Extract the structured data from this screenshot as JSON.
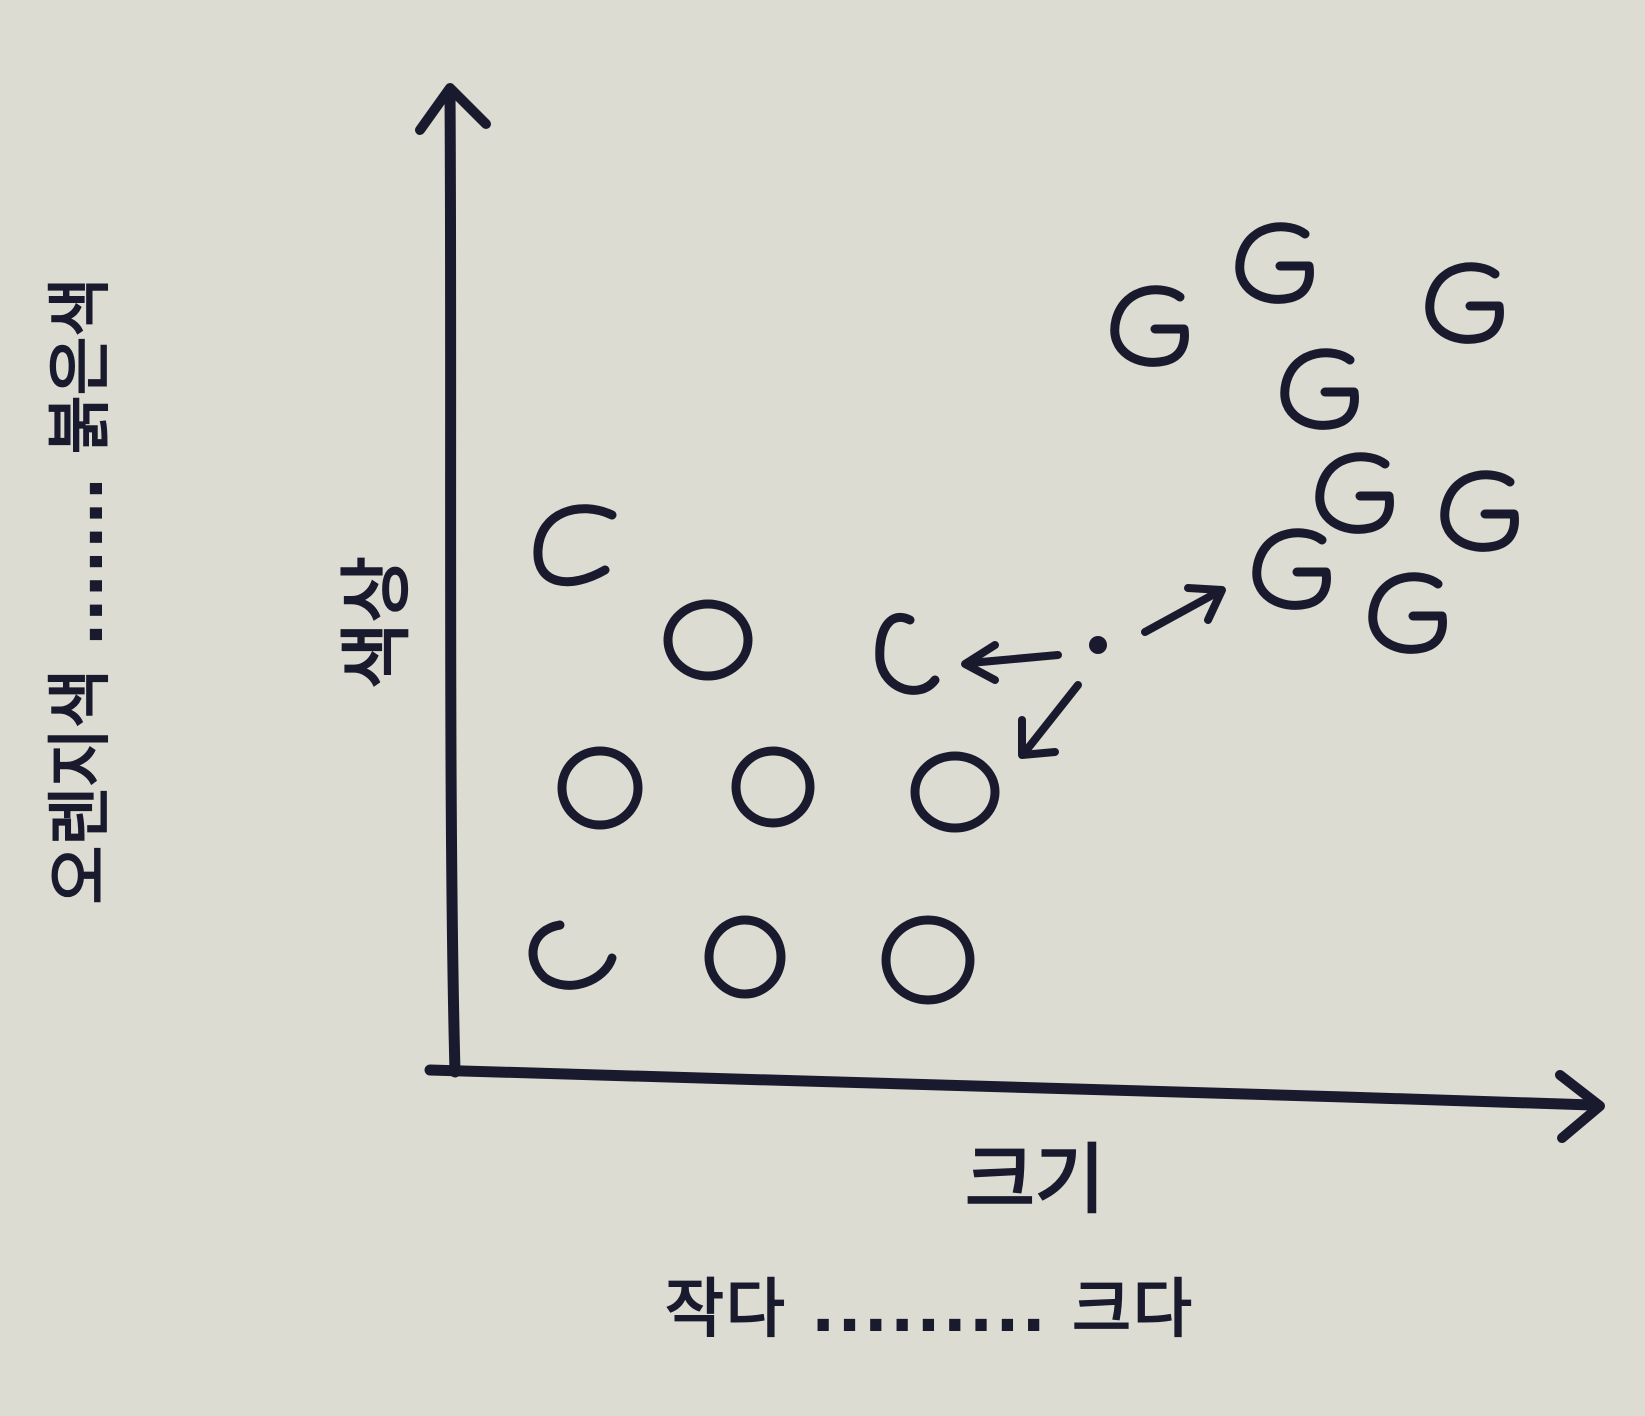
{
  "axes": {
    "x_label": "크기",
    "y_label": "색상",
    "x_range_text": "작다 ......... 크다",
    "y_range_text": "오렌지색 ....... 붉은색"
  },
  "marks": {
    "orange_symbol": "O",
    "apple_symbol": "G"
  },
  "colors": {
    "ink": "#1a1a2e",
    "paper": "#dcdcd2"
  }
}
